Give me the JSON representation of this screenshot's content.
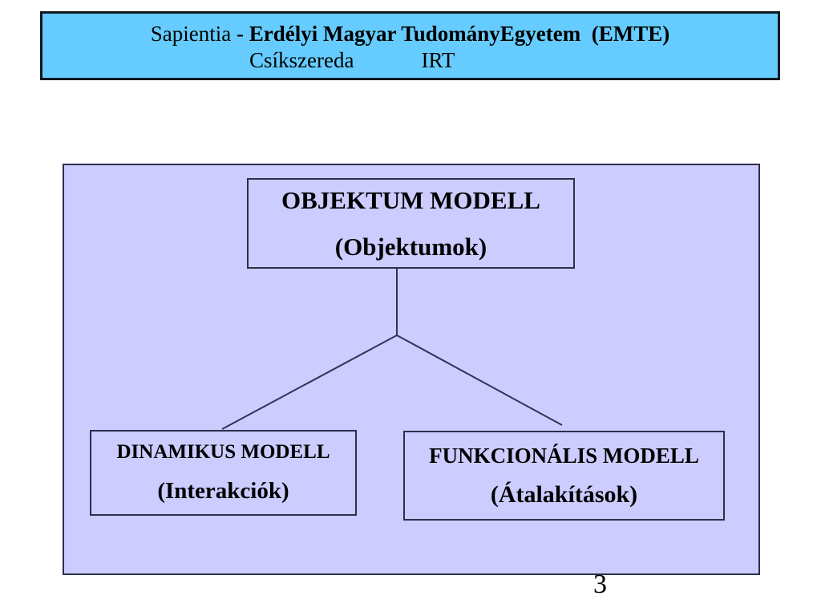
{
  "header": {
    "line1_regular": "Sapientia - ",
    "line1_bold": "Erdélyi Magyar TudományEgyetem  (EMTE)",
    "line2_city": "Csíkszereda",
    "line2_course": "IRT",
    "bg_color": "#66CCFF"
  },
  "diagram": {
    "panel_bg_color": "#CCCCFF",
    "line_color": "#333355",
    "root_box": {
      "title": "OBJEKTUM MODELL",
      "subtitle": "(Objektumok)"
    },
    "left_box": {
      "title": "DINAMIKUS MODELL",
      "subtitle": "(Interakciók)"
    },
    "right_box": {
      "title": "FUNKCIONÁLIS MODELL",
      "subtitle": "(Átalakítások)"
    }
  },
  "page_number": "3"
}
